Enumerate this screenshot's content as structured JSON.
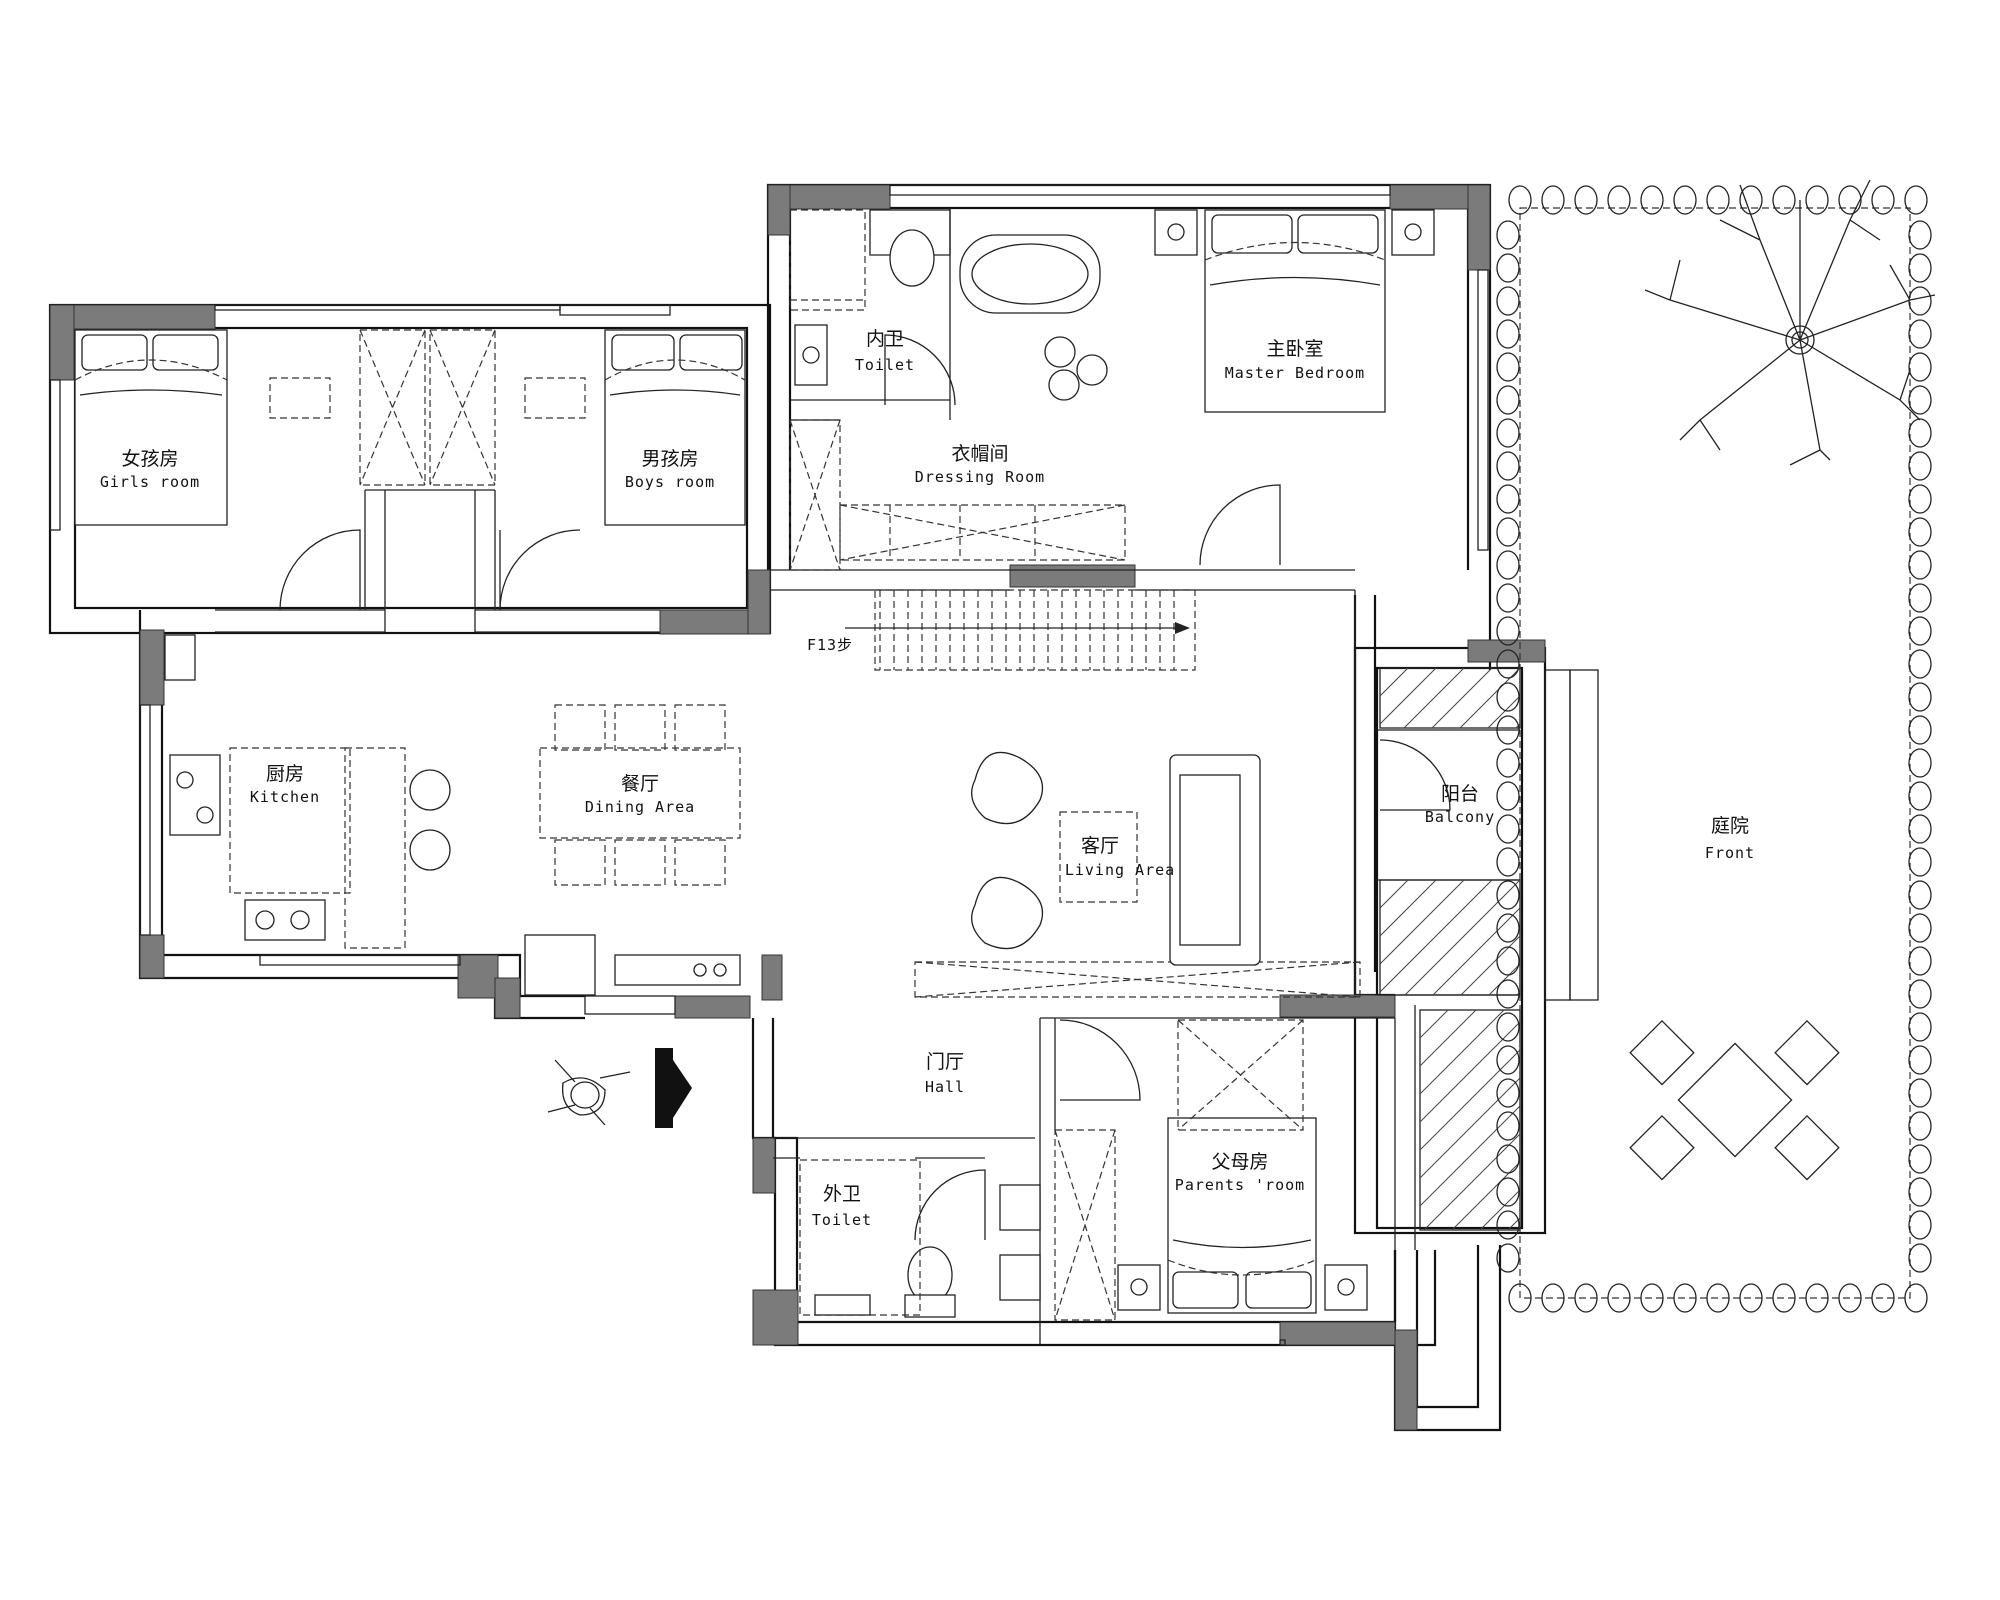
{
  "rooms": {
    "girls": {
      "cn": "女孩房",
      "en": "Girls room"
    },
    "boys": {
      "cn": "男孩房",
      "en": "Boys room"
    },
    "inner_toilet": {
      "cn": "内卫",
      "en": "Toilet"
    },
    "dressing": {
      "cn": "衣帽间",
      "en": "Dressing Room"
    },
    "master": {
      "cn": "主卧室",
      "en": "Master Bedroom"
    },
    "kitchen": {
      "cn": "厨房",
      "en": "Kitchen"
    },
    "dining": {
      "cn": "餐厅",
      "en": "Dining Area"
    },
    "living": {
      "cn": "客厅",
      "en": "Living Area"
    },
    "balcony": {
      "cn": "阳台",
      "en": "Balcony"
    },
    "front": {
      "cn": "庭院",
      "en": "Front"
    },
    "hall": {
      "cn": "门厅",
      "en": "Hall"
    },
    "parents": {
      "cn": "父母房",
      "en": "Parents 'room"
    },
    "outer_toilet": {
      "cn": "外卫",
      "en": "Toilet"
    }
  },
  "stairs": {
    "label": "F13步"
  }
}
